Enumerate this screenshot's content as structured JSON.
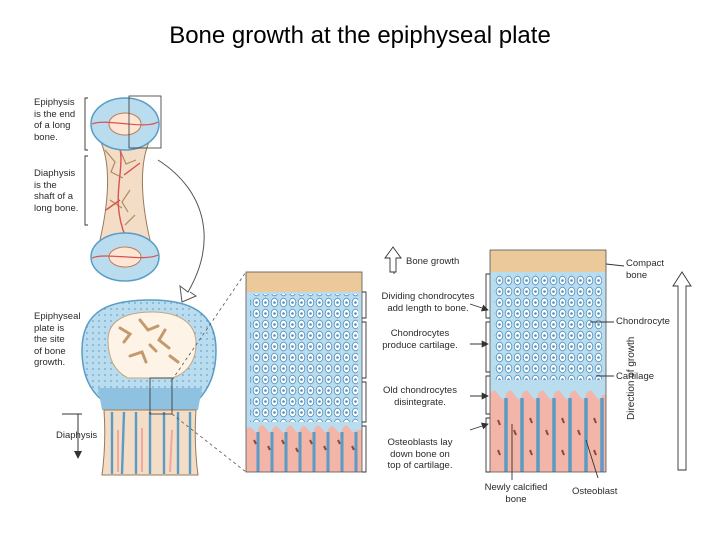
{
  "title": "Bone growth at the epiphyseal plate",
  "labels": {
    "epiphysis": [
      "Epiphysis",
      "is the end",
      "of a long",
      "bone."
    ],
    "diaphysis_desc": [
      "Diaphysis",
      "is the",
      "shaft of a",
      "long bone."
    ],
    "epiphyseal_plate": [
      "Epiphyseal",
      "plate is",
      "the site",
      "of bone",
      "growth."
    ],
    "diaphysis": "Diaphysis",
    "bone_growth": "Bone growth",
    "dividing": [
      "Dividing chondrocytes",
      "add length to bone."
    ],
    "chondrocytes": [
      "Chondrocytes",
      "produce cartilage."
    ],
    "old": [
      "Old chondrocytes",
      "disintegrate."
    ],
    "osteoblasts": [
      "Osteoblasts lay",
      "down bone on",
      "top of cartilage."
    ],
    "compact_bone": [
      "Compact",
      "bone"
    ],
    "chondrocyte": "Chondrocyte",
    "cartilage": "Cartilage",
    "direction": "Direction of growth",
    "newly_calcified": [
      "Newly calcified",
      "bone"
    ],
    "osteoblast": "Osteoblast"
  },
  "colors": {
    "cartilage": "#b9dcef",
    "cartilage_dark": "#5a9cc6",
    "bone": "#e8c9a4",
    "compact": "#ecc99a",
    "marrow": "#f2a7a0",
    "vessel": "#d9534f",
    "line": "#333333"
  }
}
